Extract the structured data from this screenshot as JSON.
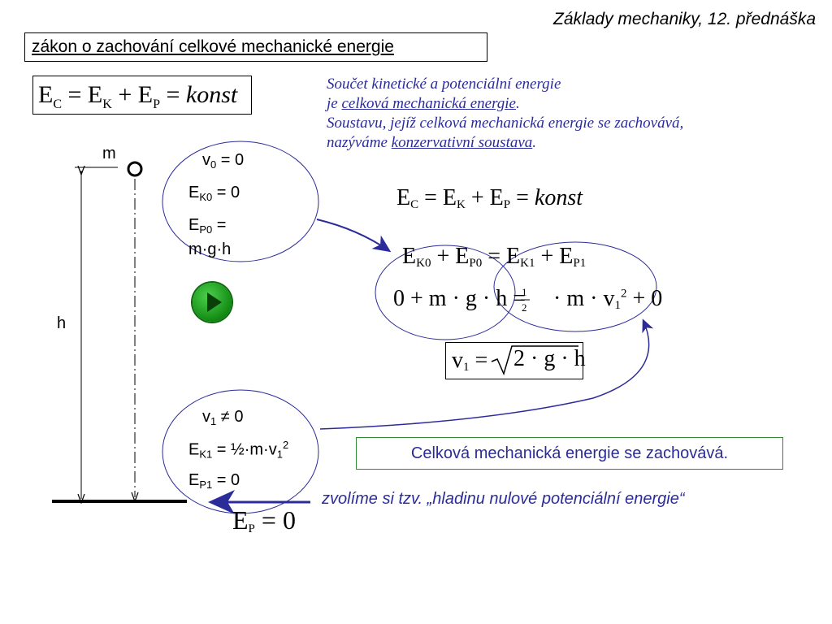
{
  "header": "Základy mechaniky, 12. přednáška",
  "title": "zákon o zachování celkové mechanické energie",
  "equation_main": {
    "EC": "E",
    "C": "C",
    "eq1": " = E",
    "K": "K",
    "plus": " + E",
    "P": "P",
    "eq2": " = ",
    "konst": "konst"
  },
  "description": {
    "line1": "Součet kinetické a potenciální energie",
    "line2_prefix": "je ",
    "line2_link": "celková mechanická energie",
    "line2_suffix": ".",
    "line3": "Soustavu, jejíž celková mechanická energie se zachovává,",
    "line4_prefix": "nazýváme ",
    "line4_link": "konzervativní soustava",
    "line4_suffix": "."
  },
  "diagram": {
    "m_label": "m",
    "h_label": "h"
  },
  "state0": {
    "v": "v",
    "v_sub": "0",
    "v_rest": " = 0",
    "ek": "E",
    "ek_sub": "K0",
    "ek_rest": " = 0",
    "ep": "E",
    "ep_sub": "P0",
    "ep_rest": " =",
    "ep_line2": "m·g·h"
  },
  "state1": {
    "v": "v",
    "v_sub": "1",
    "v_rest": " ≠ 0",
    "ek": "E",
    "ek_sub": "K1",
    "ek_rest": " = ½·m·v",
    "ek_sub2": "1",
    "ek_sup": "2",
    "ep": "E",
    "ep_sub": "P1",
    "ep_rest": " = 0"
  },
  "energy_balance": {
    "row1": {
      "a": "E",
      "a_sub": "K0",
      "b": " + E",
      "b_sub": "P0",
      "c": " = E",
      "c_sub": "K1",
      "d": " + E",
      "d_sub": "P1"
    },
    "row2": {
      "a": "0 + m · g · h = ",
      "num": "1",
      "den": "2",
      "b": " · m · v",
      "b_sub": "1",
      "b_sup": "2",
      "c": " + 0"
    }
  },
  "equation_repeat": {
    "EC": "E",
    "C": "C",
    "eq1": " = E",
    "K": "K",
    "plus": " + E",
    "P": "P",
    "eq2": " = ",
    "konst": "konst"
  },
  "velocity": {
    "v": "v",
    "v_sub": "1",
    "eq": " = ",
    "expr": "2 · g · h"
  },
  "result": "Celková mechanická energie se zachovává.",
  "zero_level_note": "zvolíme si tzv. „hladinu nulové potenciální energie“",
  "ep_zero": {
    "e": "E",
    "sub": "P",
    "rest": " = 0"
  },
  "colors": {
    "accent": "#2b2b9a",
    "green_border": "#2e8a2e",
    "play": "#1a9a1a"
  }
}
